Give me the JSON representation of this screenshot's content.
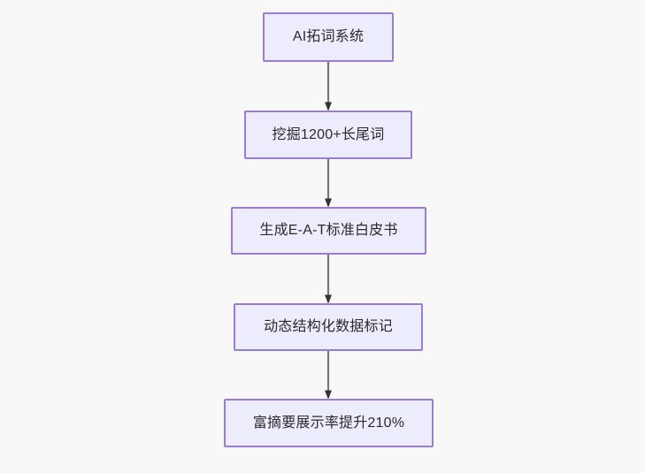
{
  "diagram": {
    "type": "flowchart",
    "direction": "top-to-bottom",
    "background_color": "#f8f8f8",
    "node_fill_color": "#ececfc",
    "node_border_color": "#9b7cd4",
    "node_text_color": "#2b2b2b",
    "edge_color": "#777777",
    "arrowhead_color": "#333333",
    "nodes": [
      {
        "id": "n0",
        "label": "AI拓词系统"
      },
      {
        "id": "n1",
        "label": "挖掘1200+长尾词"
      },
      {
        "id": "n2",
        "label": "生成E-A-T标准白皮书"
      },
      {
        "id": "n3",
        "label": "动态结构化数据标记"
      },
      {
        "id": "n4",
        "label": "富摘要展示率提升210%"
      }
    ],
    "edges": [
      {
        "from": "n0",
        "to": "n1",
        "label": ""
      },
      {
        "from": "n1",
        "to": "n2",
        "label": ""
      },
      {
        "from": "n2",
        "to": "n3",
        "label": ""
      },
      {
        "from": "n3",
        "to": "n4",
        "label": ""
      }
    ]
  }
}
